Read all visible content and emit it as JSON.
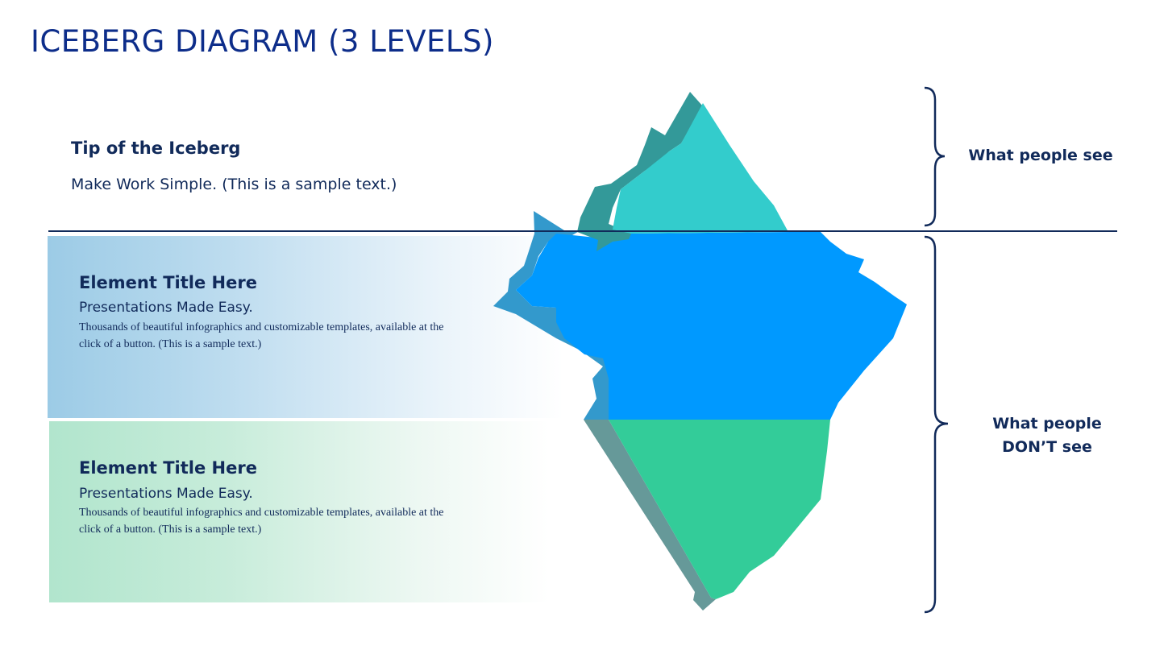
{
  "title": "ICEBERG DIAGRAM (3 LEVELS)",
  "tip": {
    "heading": "Tip of the Iceberg",
    "text": "Make Work Simple.  (This is a sample text.)"
  },
  "levels": [
    {
      "title": "Element Title Here",
      "subtitle": "Presentations Made Easy.",
      "body": "Thousands of beautiful infographics and customizable templates, available at the click of a button. (This is a sample text.)"
    },
    {
      "title": "Element Title Here",
      "subtitle": "Presentations Made Easy.",
      "body": "Thousands of beautiful infographics and customizable templates, available at the click of a button. (This is a sample text.)"
    }
  ],
  "side_labels": {
    "above": "What people see",
    "below_line1": "What people",
    "below_line2": "DON’T see"
  },
  "colors": {
    "title": "#0d2d8a",
    "text": "#112a5a",
    "tip_light": "#33cccc",
    "tip_shadow": "#339999",
    "middle": "#0099ff",
    "middle_shadow": "#3399cc",
    "bottom": "#33cc99",
    "bottom_shadow": "#669999",
    "band_blue": "#9ccbe6",
    "band_green": "#b1e5cd"
  }
}
